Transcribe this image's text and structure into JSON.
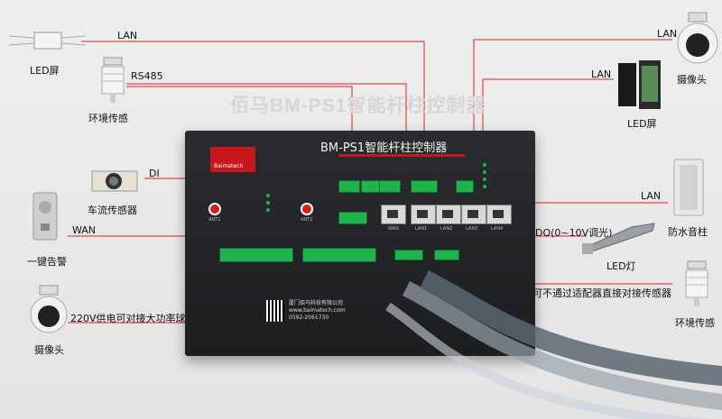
{
  "watermark": "佰马BM-PS1智能杆柱控制器",
  "controller": {
    "title": "BM-PS1智能杆柱控制器",
    "brand": "Baimatech",
    "company": "厦门佰马科技有限公司",
    "website": "www.baimatech.com",
    "phone": "0592-2061730",
    "ports": [
      "ANT1",
      "ANT2",
      "WAN",
      "LAN1",
      "LAN2",
      "LAN3",
      "LAN4"
    ]
  },
  "connections": {
    "lan_top_left": "LAN",
    "rs485": "RS485",
    "di": "DI",
    "wan": "WAN",
    "power": "220V供电可对接大功率球机",
    "lan_top_right": "LAN",
    "lan_mid_right": "LAN",
    "lan_speaker": "LAN",
    "do": "DO(0~10V调光)",
    "sensor_direct": "可不通过适配器直接对接传感器"
  },
  "devices": {
    "led_screen_left": "LED屏",
    "env_sensor_left": "环境传感",
    "car_sensor": "车流传感器",
    "alarm": "一键告警",
    "camera_left": "摄像头",
    "camera_right": "摄像头",
    "led_screen_right": "LED屏",
    "speaker": "防水音柱",
    "led_light": "LED灯",
    "env_sensor_right": "环境传感"
  },
  "colors": {
    "wire": "#e02020",
    "terminal": "#1fb24d",
    "accent": "#c8161d"
  }
}
